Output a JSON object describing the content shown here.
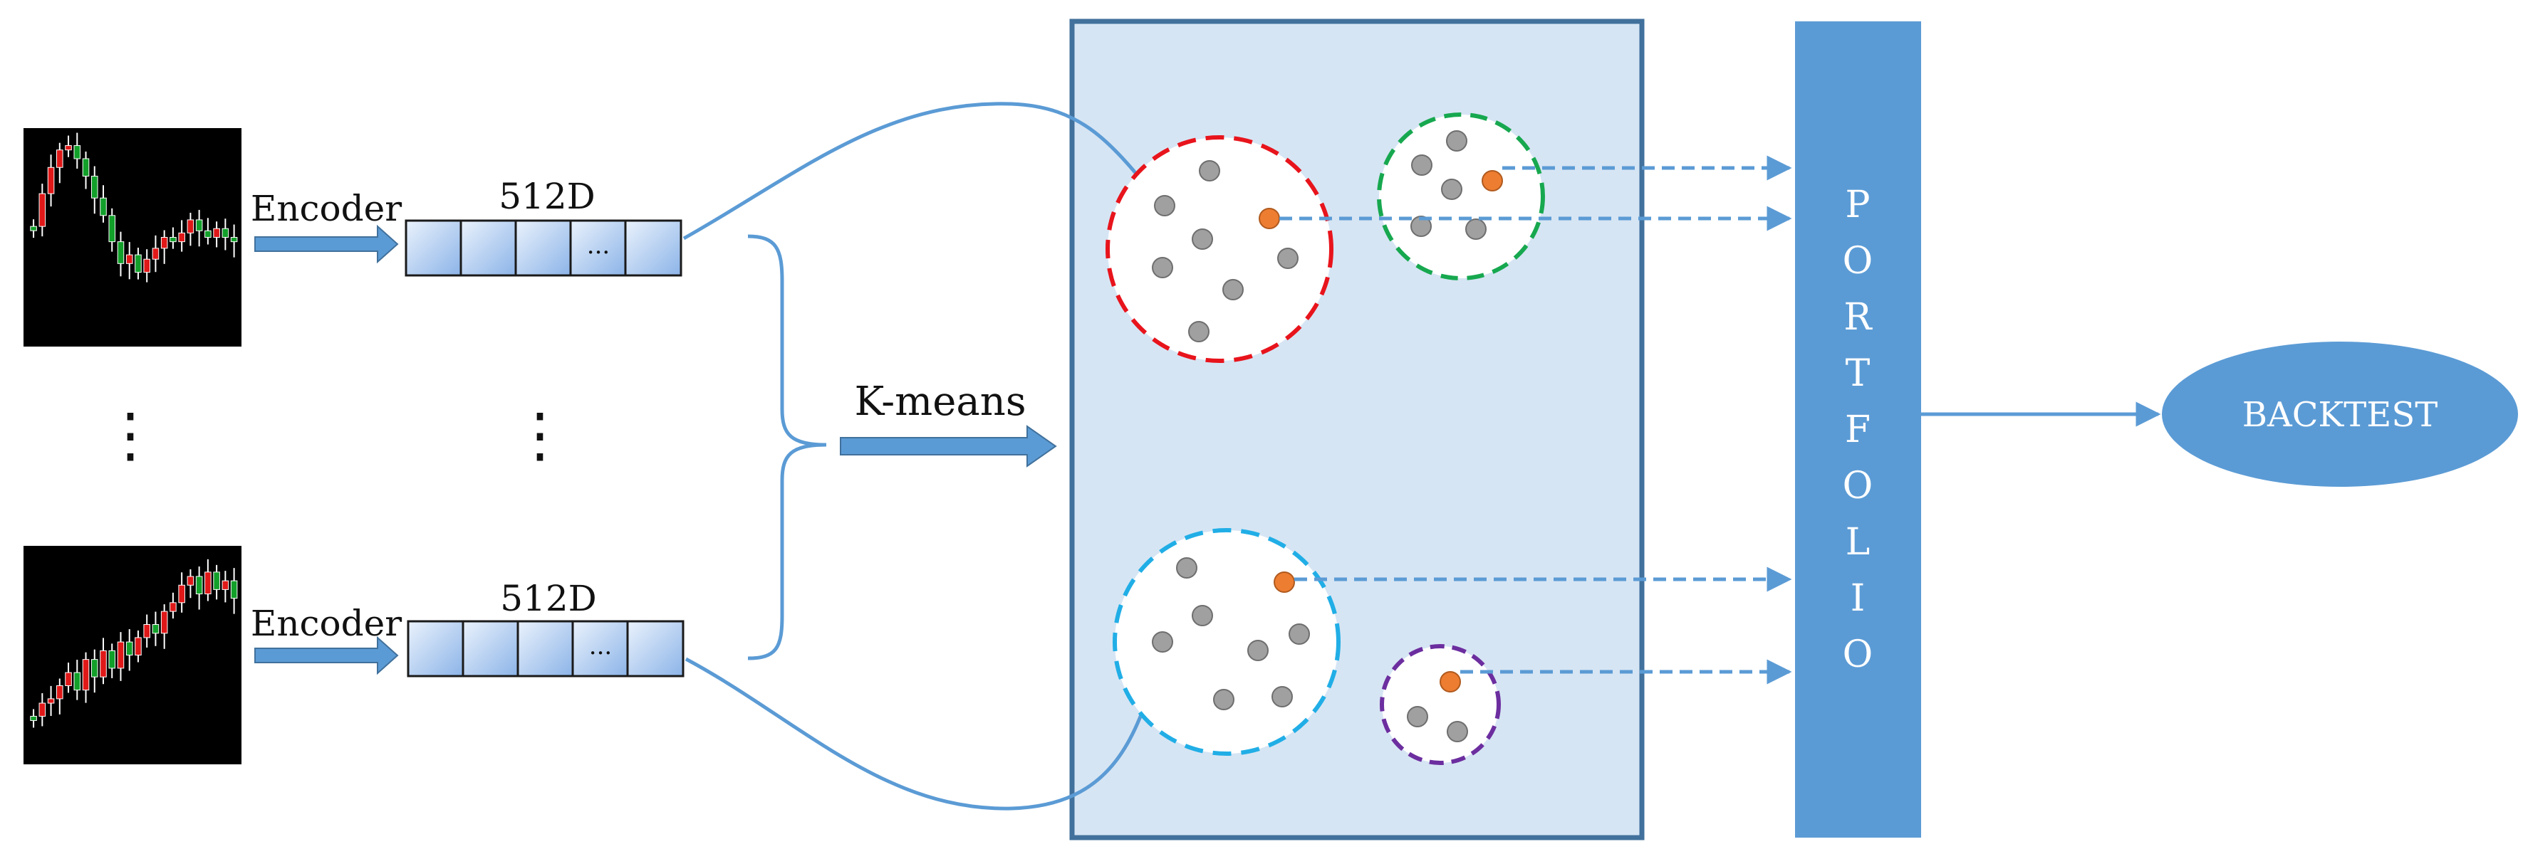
{
  "encoder_label": "Encoder",
  "vector_label": "512D",
  "vector_ellipsis": "...",
  "vertical_ellipsis": "⋮",
  "kmeans_label": "K-means",
  "portfolio_letters": [
    "P",
    "O",
    "R",
    "T",
    "F",
    "O",
    "L",
    "I",
    "O"
  ],
  "backtest_label": "BACKTEST",
  "colors": {
    "accent_blue": "#5b9bd5",
    "panel_fill": "#d6e5f4",
    "panel_border": "#41719c",
    "point_gray": "#a0a0a0",
    "point_orange": "#ed7d31",
    "cluster_red": "#e8141c",
    "cluster_green": "#17a84f",
    "cluster_cyan": "#21aee6",
    "cluster_purple": "#6c2e9f"
  },
  "clusters": [
    {
      "name": "red",
      "gray_points": 7,
      "orange_points": 1
    },
    {
      "name": "green",
      "gray_points": 5,
      "orange_points": 1
    },
    {
      "name": "cyan",
      "gray_points": 7,
      "orange_points": 1
    },
    {
      "name": "purple",
      "gray_points": 2,
      "orange_points": 1
    }
  ]
}
